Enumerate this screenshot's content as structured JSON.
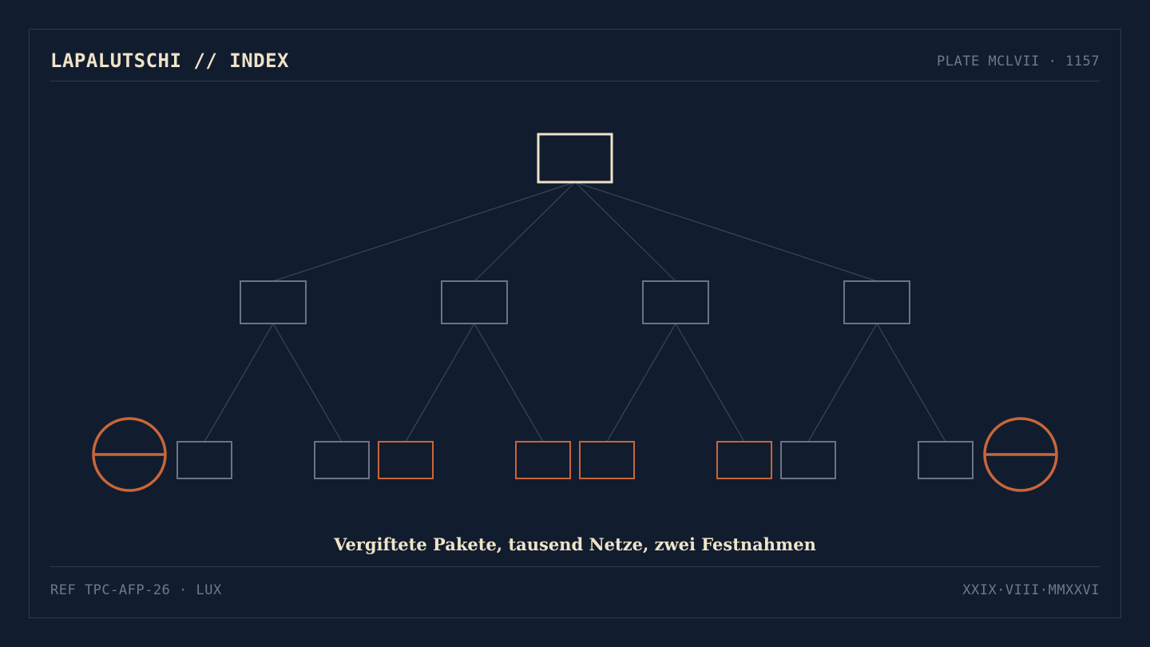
{
  "header": {
    "title": "LAPALUTSCHI // INDEX",
    "plate": "PLATE MCLVII · 1157"
  },
  "caption": "Vergiftete Pakete, tausend Netze, zwei Festnahmen",
  "footer": {
    "ref": "REF TPC-AFP-26 · LUX",
    "date": "XXIX·VIII·MMXXVI"
  },
  "colors": {
    "background": "#111c2e",
    "root": "#efe3c8",
    "node": "#6a7486",
    "highlight": "#c8663a",
    "connector": "#3b4658"
  },
  "diagram": {
    "root": {
      "style": "root"
    },
    "branches": [
      {
        "style": "node",
        "leaves": [
          {
            "style": "node"
          },
          {
            "style": "node"
          }
        ]
      },
      {
        "style": "node",
        "leaves": [
          {
            "style": "highlight"
          },
          {
            "style": "highlight"
          }
        ]
      },
      {
        "style": "node",
        "leaves": [
          {
            "style": "highlight"
          },
          {
            "style": "highlight"
          }
        ]
      },
      {
        "style": "node",
        "leaves": [
          {
            "style": "node"
          },
          {
            "style": "node"
          }
        ]
      }
    ],
    "markers": [
      {
        "icon": "circled-bar-icon",
        "style": "highlight"
      },
      {
        "icon": "circled-bar-icon",
        "style": "highlight"
      }
    ]
  }
}
